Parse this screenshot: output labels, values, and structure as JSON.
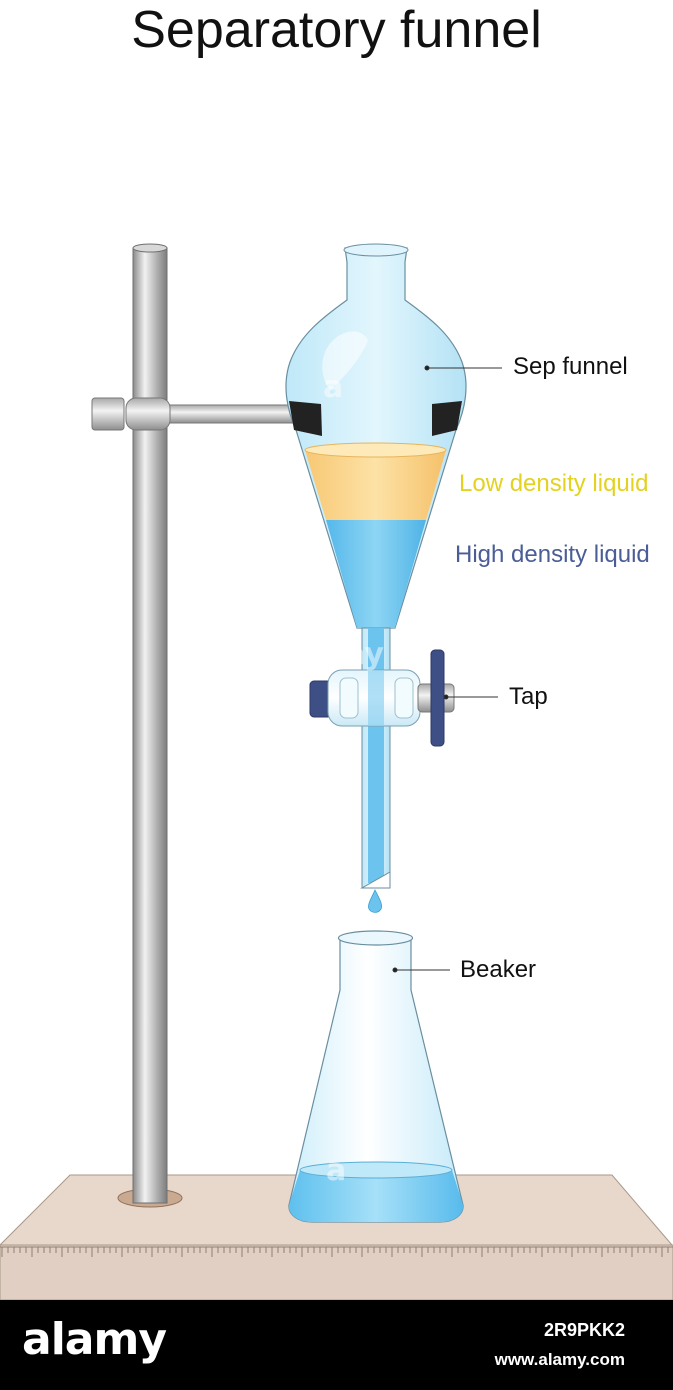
{
  "title": "Separatory funnel",
  "labels": {
    "sep_funnel": "Sep funnel",
    "low_density": "Low density liquid",
    "high_density": "High density liquid",
    "tap": "Tap",
    "beaker": "Beaker"
  },
  "colors": {
    "low_density_text": "#e3d21f",
    "high_density_text": "#4a5d96",
    "label_text": "#111111",
    "low_density_liquid": "#fdd88a",
    "high_density_liquid": "#6cc4ee",
    "glass": "#cfeefb",
    "stand_base": "#e6d5c8",
    "tap_handle": "#3e4f86"
  },
  "watermark": {
    "logo": "alamy",
    "image_id": "2R9PKK2",
    "site": "www.alamy.com"
  }
}
